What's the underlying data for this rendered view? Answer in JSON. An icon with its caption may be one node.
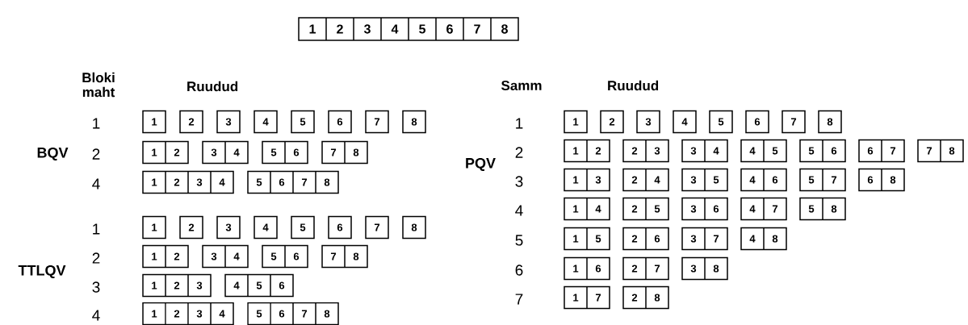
{
  "diagram": {
    "nodes": [
      {
        "text": [
          "1",
          "2",
          "3",
          "4",
          "5",
          "6",
          "7",
          "8"
        ]
      },
      {
        "text": [
          "1"
        ]
      },
      {
        "text": [
          "2"
        ]
      },
      {
        "text": [
          "3"
        ]
      },
      {
        "text": [
          "4"
        ]
      },
      {
        "text": [
          "5"
        ]
      },
      {
        "text": [
          "6"
        ]
      },
      {
        "text": [
          "7"
        ]
      },
      {
        "text": [
          "8"
        ]
      },
      {
        "text": [
          "1",
          "2"
        ]
      },
      {
        "text": [
          "3",
          "4"
        ]
      },
      {
        "text": [
          "5",
          "6"
        ]
      },
      {
        "text": [
          "7",
          "8"
        ]
      },
      {
        "text": [
          "1",
          "2",
          "3",
          "4"
        ]
      },
      {
        "text": [
          "5",
          "6",
          "7",
          "8"
        ]
      },
      {
        "text": [
          "1"
        ]
      },
      {
        "text": [
          "2"
        ]
      },
      {
        "text": [
          "3"
        ]
      },
      {
        "text": [
          "4"
        ]
      },
      {
        "text": [
          "5"
        ]
      },
      {
        "text": [
          "6"
        ]
      },
      {
        "text": [
          "7"
        ]
      },
      {
        "text": [
          "8"
        ]
      },
      {
        "text": [
          "1",
          "2"
        ]
      },
      {
        "text": [
          "3",
          "4"
        ]
      },
      {
        "text": [
          "5",
          "6"
        ]
      },
      {
        "text": [
          "7",
          "8"
        ]
      },
      {
        "text": [
          "1",
          "2",
          "3"
        ]
      },
      {
        "text": [
          "4",
          "5",
          "6"
        ]
      },
      {
        "text": [
          "1",
          "2",
          "3",
          "4"
        ]
      },
      {
        "text": [
          "5",
          "6",
          "7",
          "8"
        ]
      },
      {
        "text": [
          "1"
        ]
      },
      {
        "text": [
          "2"
        ]
      },
      {
        "text": [
          "3"
        ]
      },
      {
        "text": [
          "4"
        ]
      },
      {
        "text": [
          "5"
        ]
      },
      {
        "text": [
          "6"
        ]
      },
      {
        "text": [
          "7"
        ]
      },
      {
        "text": [
          "8"
        ]
      },
      {
        "text": [
          "1",
          "2"
        ]
      },
      {
        "text": [
          "2",
          "3"
        ]
      },
      {
        "text": [
          "3",
          "4"
        ]
      },
      {
        "text": [
          "4",
          "5"
        ]
      },
      {
        "text": [
          "5",
          "6"
        ]
      },
      {
        "text": [
          "6",
          "7"
        ]
      },
      {
        "text": [
          "7",
          "8"
        ]
      },
      {
        "text": [
          "1",
          "3"
        ]
      },
      {
        "text": [
          "2",
          "4"
        ]
      },
      {
        "text": [
          "3",
          "5"
        ]
      },
      {
        "text": [
          "4",
          "6"
        ]
      },
      {
        "text": [
          "5",
          "7"
        ]
      },
      {
        "text": [
          "6",
          "8"
        ]
      },
      {
        "text": [
          "1",
          "4"
        ]
      },
      {
        "text": [
          "2",
          "5"
        ]
      },
      {
        "text": [
          "3",
          "6"
        ]
      },
      {
        "text": [
          "4",
          "7"
        ]
      },
      {
        "text": [
          "5",
          "8"
        ]
      },
      {
        "text": [
          "1",
          "5"
        ]
      },
      {
        "text": [
          "2",
          "6"
        ]
      },
      {
        "text": [
          "3",
          "7"
        ]
      },
      {
        "text": [
          "4",
          "8"
        ]
      },
      {
        "text": [
          "1",
          "6"
        ]
      },
      {
        "text": [
          "2",
          "7"
        ]
      },
      {
        "text": [
          "3",
          "8"
        ]
      },
      {
        "text": [
          "1",
          "7"
        ]
      },
      {
        "text": [
          "2",
          "8"
        ]
      }
    ],
    "labels": [
      "Bloki maht",
      "Ruudud",
      "1",
      "BQV",
      "2",
      "4",
      "1",
      "TTLQV",
      "2",
      "3",
      "4",
      "Samm",
      "Ruudud",
      "1",
      "PQV",
      "2",
      "3",
      "4",
      "5",
      "6",
      "7"
    ]
  }
}
